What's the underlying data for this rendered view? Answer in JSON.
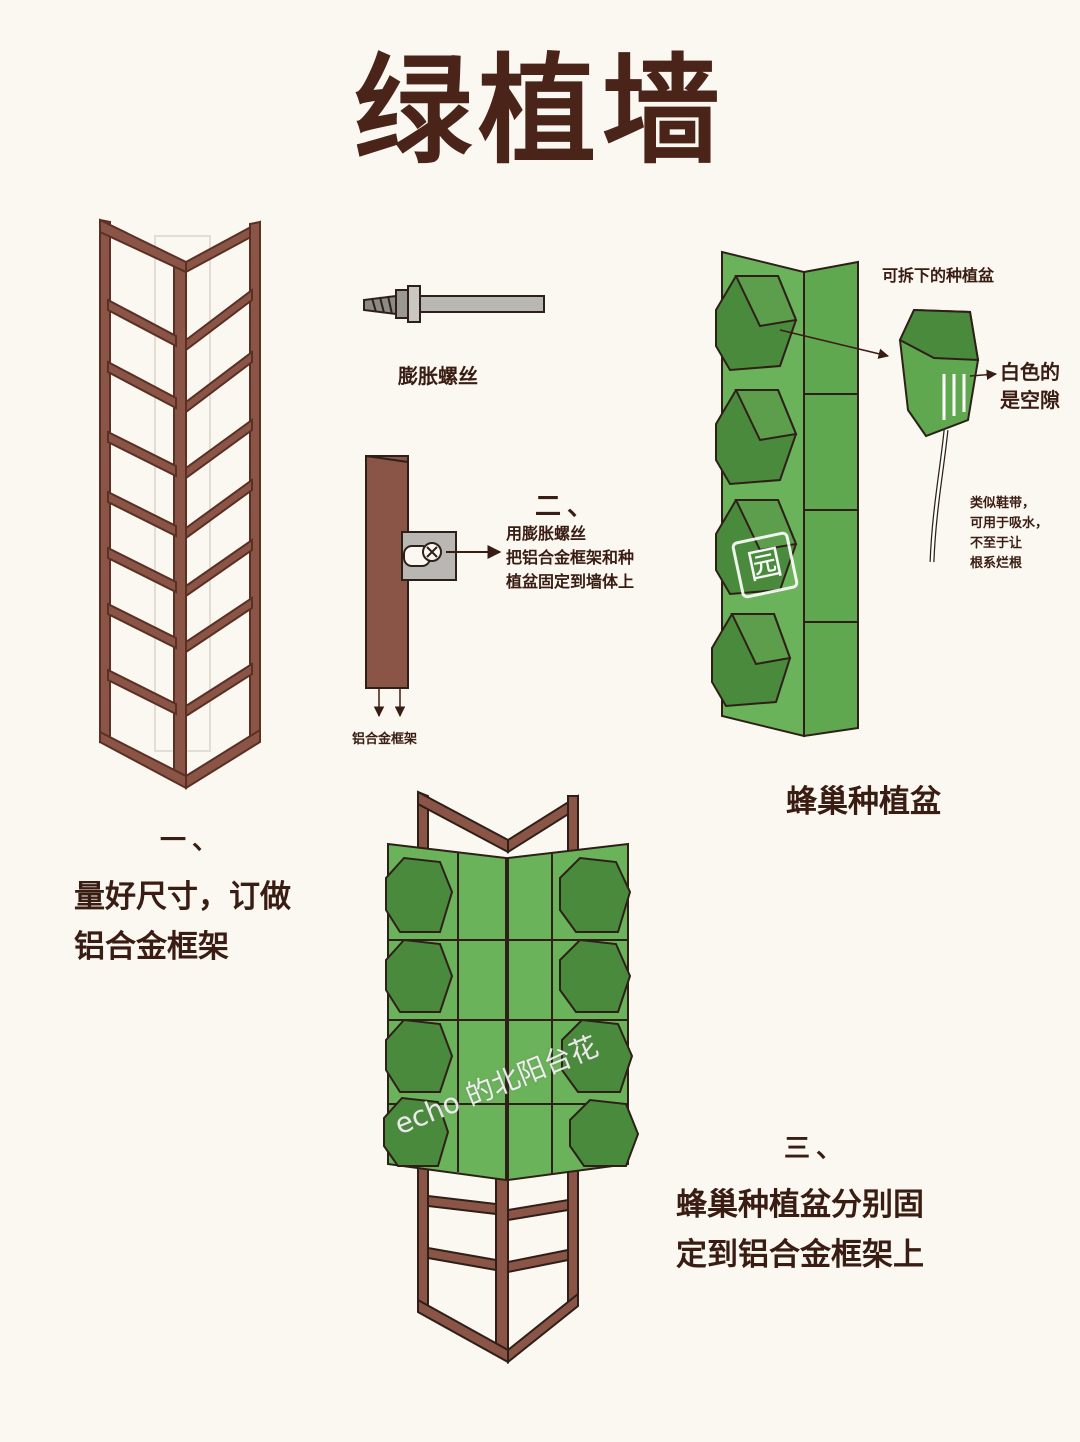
{
  "title": "绿植墙",
  "step1": {
    "mark": "一、",
    "text": "量好尺寸，订做\n铝合金框架"
  },
  "bolt": {
    "label": "膨胀螺丝"
  },
  "step2": {
    "mark": "二、",
    "note": "用膨胀螺丝\n把铝合金框架和种\n植盆固定到墙体上",
    "frame_label": "铝合金框架"
  },
  "planter": {
    "pot_label": "可拆下的种植盆",
    "gap_label": "白色的\n是空隙",
    "wick_label": "类似鞋带，\n可用于吸水，\n不至于让\n根系烂根",
    "caption": "蜂巢种植盆"
  },
  "step3": {
    "mark": "三、",
    "text": "蜂巢种植盆分别固\n定到铝合金框架上"
  },
  "watermarks": {
    "middle": "echo 的北阳台花",
    "stamp": "园"
  },
  "colors": {
    "frame": "#8a5546",
    "frame_dark": "#5a2f24",
    "green": "#6bb35a",
    "green_dark": "#3e7a35",
    "pot": "#4a8a3d",
    "outline": "#2e2018"
  }
}
